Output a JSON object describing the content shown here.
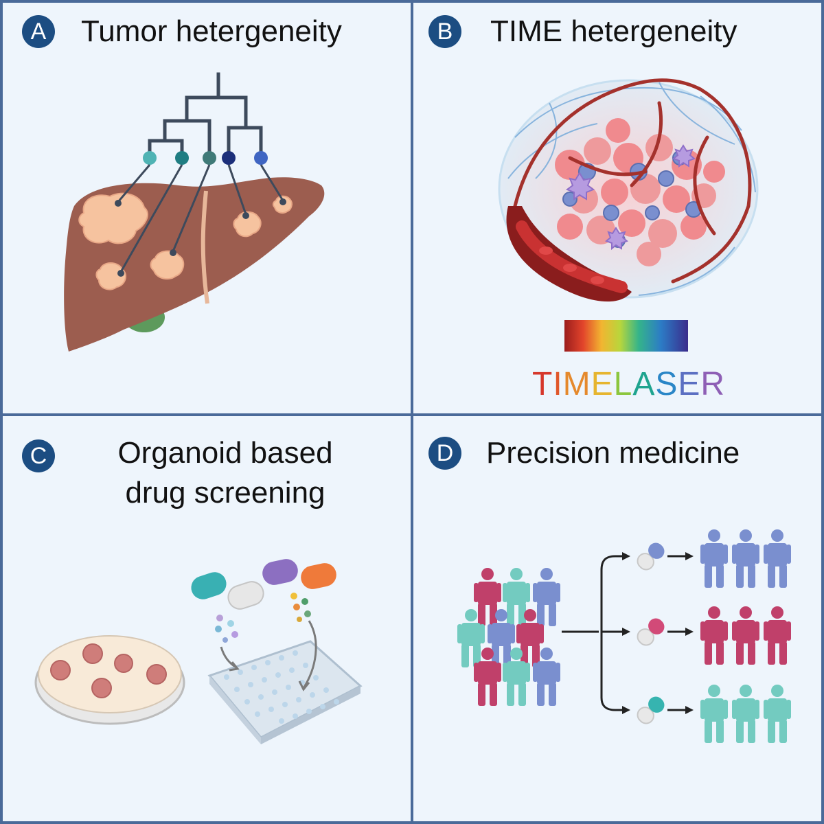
{
  "panels": [
    {
      "id": "A",
      "title": "Tumor hetergeneity"
    },
    {
      "id": "B",
      "title": "TIME hetergeneity"
    },
    {
      "id": "C",
      "title_line1": "Organoid based",
      "title_line2": "drug screening"
    },
    {
      "id": "D",
      "title": "Precision medicine"
    }
  ],
  "timelaser": {
    "letters": [
      "T",
      "I",
      "M",
      "E",
      "L",
      "A",
      "S",
      "E",
      "R"
    ],
    "colors": [
      "#d6372b",
      "#e0572a",
      "#e5892c",
      "#e6b52f",
      "#8cc63e",
      "#1fa48f",
      "#2a86c7",
      "#5b6fc2",
      "#8e5fb5"
    ]
  },
  "colors": {
    "frame": "#4a6a99",
    "badge": "#1c4d82",
    "liver": "#9c5d4f",
    "tumor": "#f6c39f",
    "blue_group": "#7a8fcf",
    "red_group": "#c0406a",
    "teal_group": "#73cbc0"
  },
  "icons": [
    "liver-icon",
    "phylogenetic-tree-icon",
    "tumor-microenvironment-icon",
    "blood-vessel-icon",
    "petri-dish-icon",
    "well-plate-icon",
    "capsule-icon",
    "person-icon",
    "arrow-icon"
  ]
}
